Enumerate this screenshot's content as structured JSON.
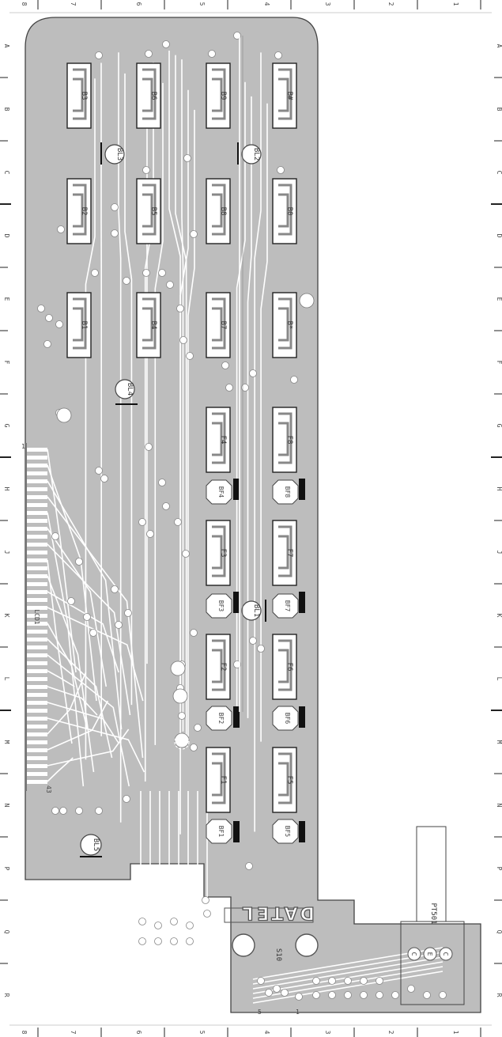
{
  "frame": {
    "row_letters": [
      "A",
      "B",
      "C",
      "D",
      "E",
      "F",
      "G",
      "H",
      "J",
      "K",
      "L",
      "M",
      "N",
      "P",
      "Q",
      "R"
    ],
    "col_numbers_top": [
      "8",
      "7",
      "6",
      "5",
      "4",
      "3",
      "2",
      "1"
    ],
    "col_numbers_bottom": [
      "8",
      "7",
      "6",
      "5",
      "4",
      "3",
      "2",
      "1"
    ]
  },
  "keys": {
    "b": [
      "B3",
      "B6",
      "B9",
      "B#",
      "B2",
      "B5",
      "B8",
      "B0",
      "B1",
      "B4",
      "B7",
      "B*"
    ],
    "f": [
      "F4",
      "F8",
      "F3",
      "F7",
      "F2",
      "F6",
      "F1",
      "F5"
    ]
  },
  "leds": {
    "bl": [
      "BL3",
      "BL2",
      "BL4",
      "BL1",
      "BL5"
    ],
    "bf": [
      "BF4",
      "BF8",
      "BF3",
      "BF7",
      "BF2",
      "BF6",
      "BF1",
      "BF5"
    ]
  },
  "lcd": {
    "ref": "LCD1",
    "pin_first": "1",
    "pin_last": "43"
  },
  "connector": {
    "ref": "S10",
    "pin_a": "5",
    "pin_b": "1"
  },
  "transistor": {
    "ref": "PT501",
    "pins": [
      "C",
      "E",
      "C"
    ]
  },
  "date_label": {
    "left": "L",
    "text": "DATE"
  },
  "colors": {
    "board": "#bdbdbd",
    "trace": "#ffffff",
    "outline": "#444444",
    "led_bar": "#111111"
  }
}
